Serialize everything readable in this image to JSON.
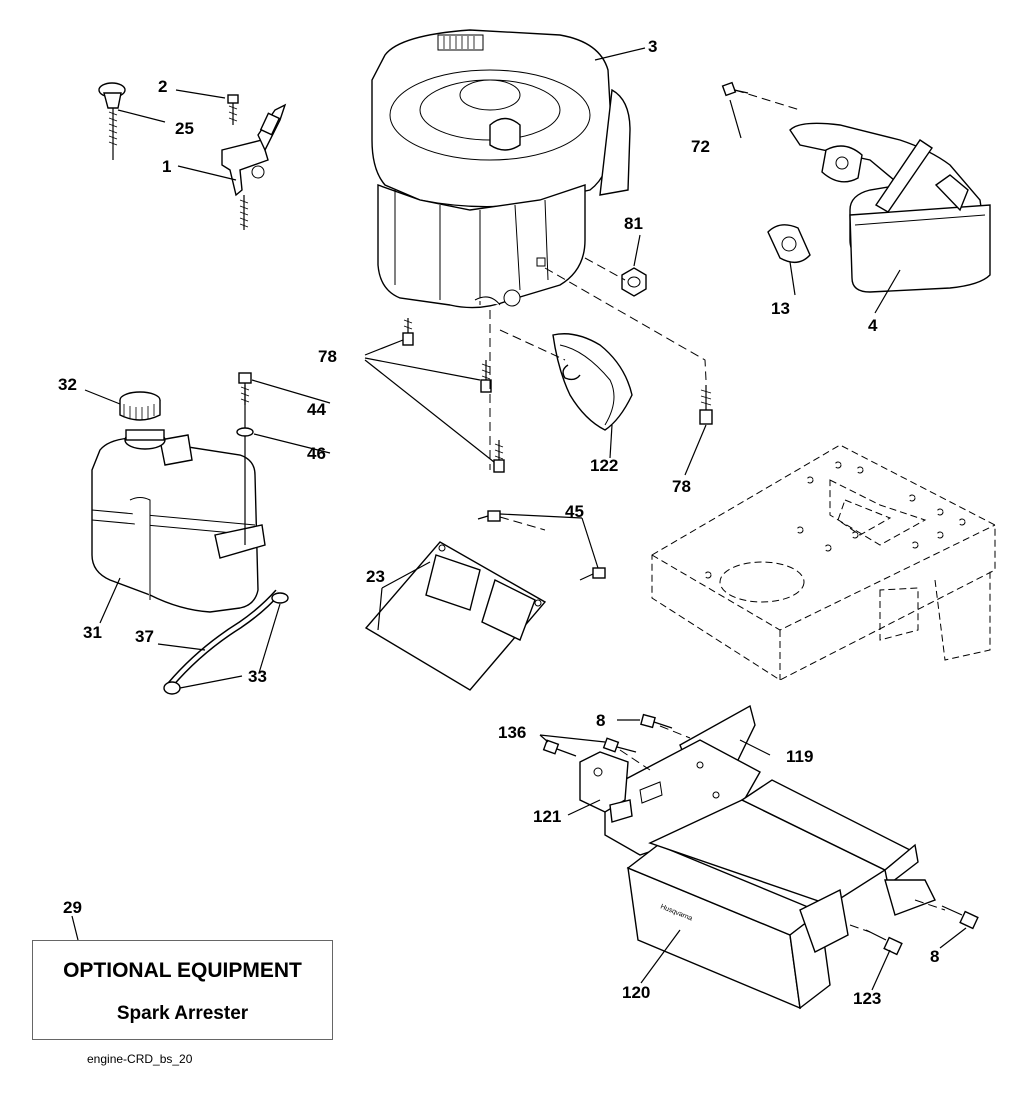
{
  "diagram": {
    "callouts": {
      "c1": "1",
      "c2": "2",
      "c3": "3",
      "c4": "4",
      "c8a": "8",
      "c8b": "8",
      "c13": "13",
      "c23": "23",
      "c25": "25",
      "c29": "29",
      "c31": "31",
      "c32": "32",
      "c33": "33",
      "c37": "37",
      "c44": "44",
      "c45": "45",
      "c46": "46",
      "c72": "72",
      "c78a": "78",
      "c78b": "78",
      "c81": "81",
      "c119": "119",
      "c120": "120",
      "c121": "121",
      "c122": "122",
      "c123": "123",
      "c136": "136"
    },
    "optional_box": {
      "title": "OPTIONAL EQUIPMENT",
      "subtitle": "Spark Arrester"
    },
    "caption": "engine-CRD_bs_20"
  }
}
